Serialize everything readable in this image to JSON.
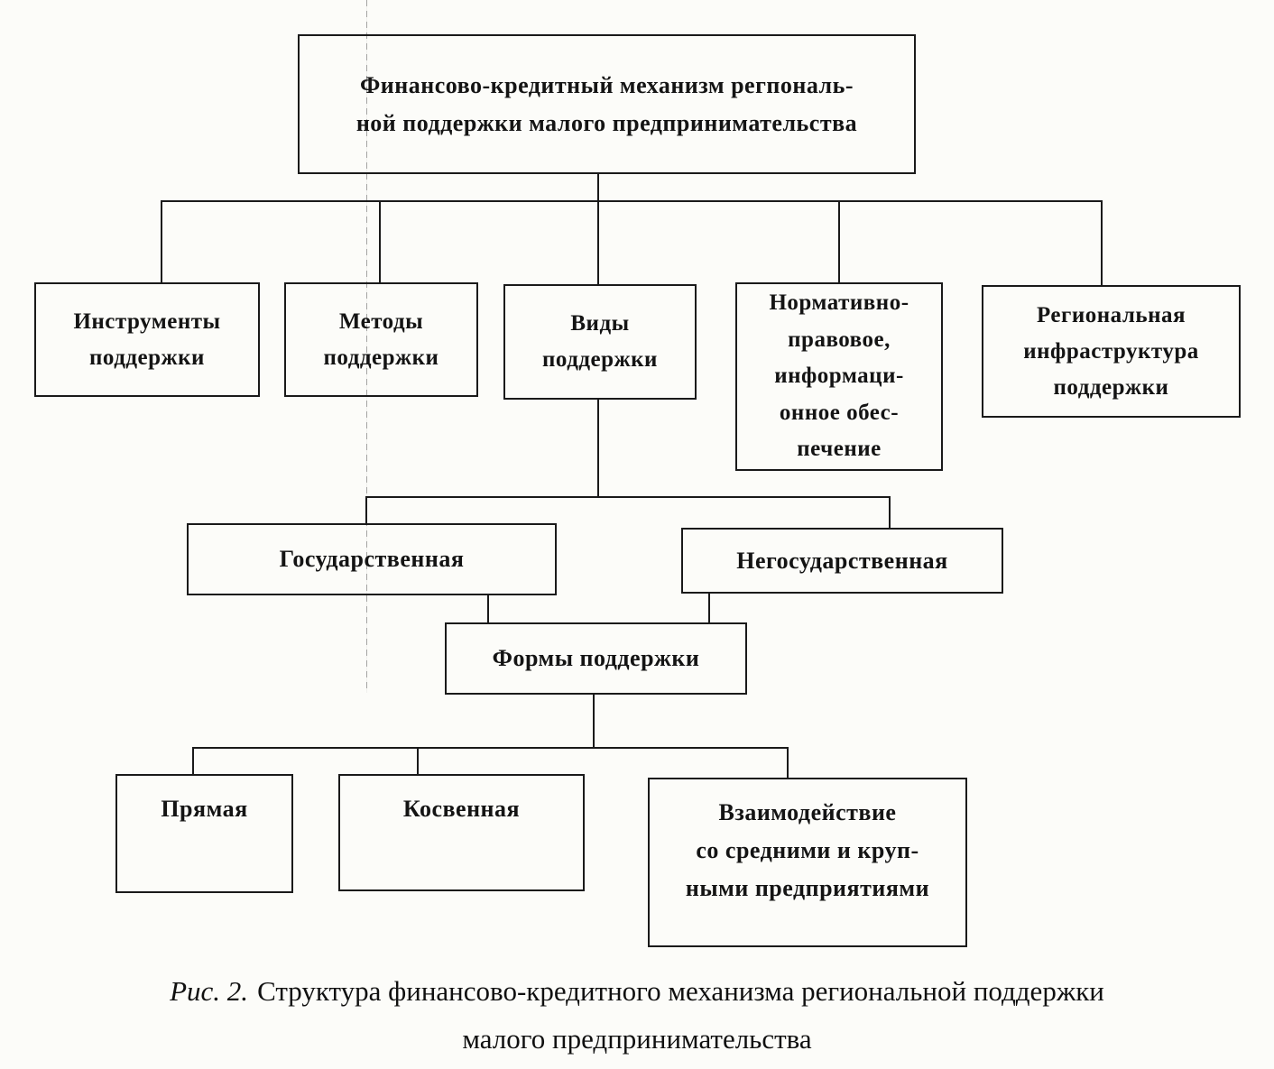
{
  "page": {
    "background_color": "#fcfcf9",
    "ink_color": "#1a1a1a"
  },
  "caption": {
    "prefix": "Рис. 2.",
    "line1": "Структура финансово-кредитного механизма региональной поддержки",
    "line2": "малого предпринимательства"
  },
  "nodes": {
    "root": {
      "lines": [
        "Финансово-кредитный механизм регпональ-",
        "ной поддержки малого предпринимательства"
      ]
    },
    "instruments": {
      "lines": [
        "Инструменты",
        "поддержки"
      ]
    },
    "methods": {
      "lines": [
        "Методы",
        "поддержки"
      ]
    },
    "types": {
      "lines": [
        "Виды",
        "поддержки"
      ]
    },
    "legal_info": {
      "lines": [
        "Нормативно-",
        "правовое,",
        "информаци-",
        "онное обес-",
        "печение"
      ]
    },
    "infrastructure": {
      "lines": [
        "Региональная",
        "инфраструктура",
        "поддержки"
      ]
    },
    "state": {
      "lines": [
        "Государственная"
      ]
    },
    "non_state": {
      "lines": [
        "Негосударственная"
      ]
    },
    "forms": {
      "lines": [
        "Формы поддержки"
      ]
    },
    "direct": {
      "lines": [
        "Прямая"
      ]
    },
    "indirect": {
      "lines": [
        "Косвенная"
      ]
    },
    "interaction": {
      "lines": [
        "Взаимодействие",
        "со средними и круп-",
        "ными предприятиями"
      ]
    }
  }
}
